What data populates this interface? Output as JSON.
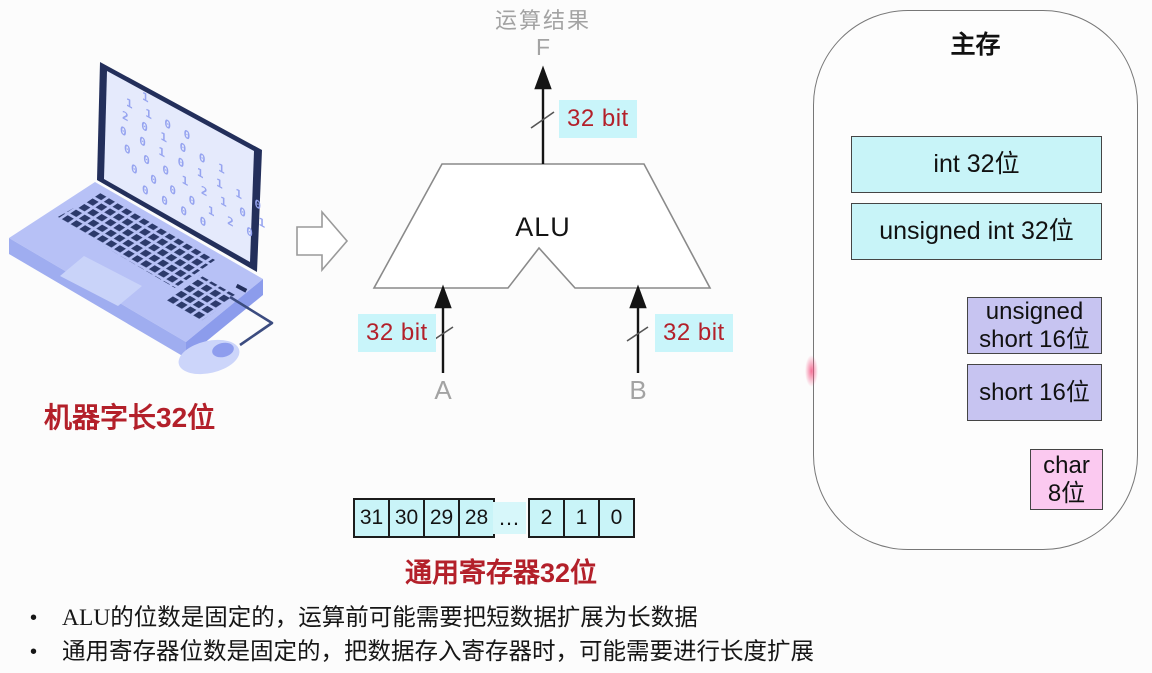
{
  "colors": {
    "accent_red": "#b3202a",
    "highlight_cyan": "#c9f5fa",
    "box_cyan": "#c8f4f8",
    "box_purple": "#c7c4f1",
    "box_pink": "#fbc9f0",
    "gray_label": "#a3a3a3",
    "laptop_navy": "#232f5b",
    "laptop_body": "#b7c1f6"
  },
  "laptop": {
    "caption": "机器字长32位",
    "binary_rows": [
      "1",
      "1 1 0 0",
      "2 0 1 0 0 1",
      "0 0 1 0 1 1 1 0",
      "0 0 0 1 2 1 0 1",
      "0 0 0 0 1 2 0",
      "0 0 0 0"
    ]
  },
  "alu": {
    "label": "ALU",
    "result_label": "运算结果",
    "output_port": "F",
    "input_a": "A",
    "input_b": "B",
    "bus_out": "32 bit",
    "bus_in_a": "32 bit",
    "bus_in_b": "32 bit"
  },
  "register": {
    "cells": [
      "31",
      "30",
      "29",
      "28",
      "…",
      "2",
      "1",
      "0"
    ],
    "caption": "通用寄存器32位"
  },
  "memory": {
    "title": "主存",
    "blocks": [
      {
        "label": "int 32位"
      },
      {
        "label": "unsigned int 32位"
      },
      {
        "label": "unsigned\nshort 16位"
      },
      {
        "label": "short 16位"
      },
      {
        "label": "char\n8位"
      }
    ]
  },
  "notes": [
    "ALU的位数是固定的，运算前可能需要把短数据扩展为长数据",
    "通用寄存器位数是固定的，把数据存入寄存器时，可能需要进行长度扩展"
  ]
}
